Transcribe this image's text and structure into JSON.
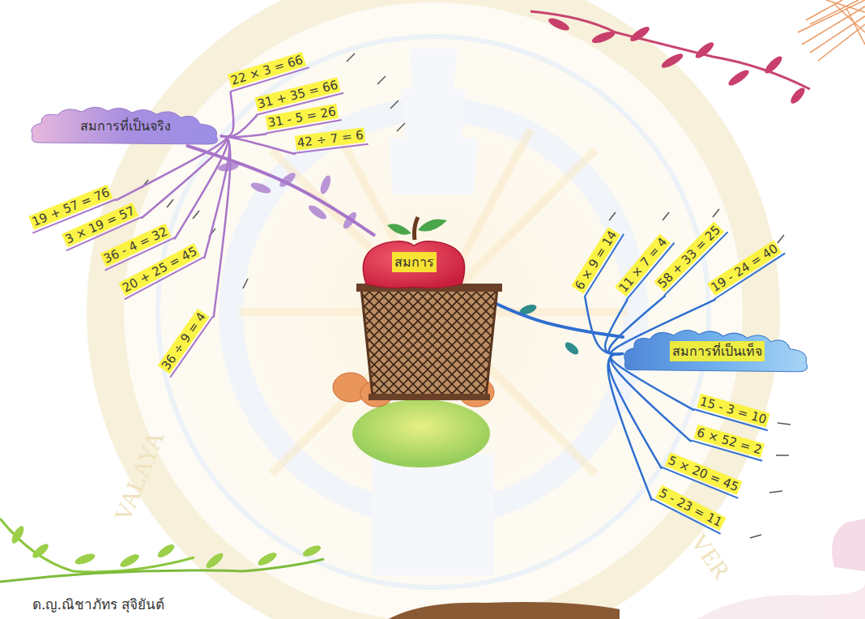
{
  "diagram": {
    "nodes": [
      {
        "text": [
          "สมการ"
        ]
      },
      {
        "text": [
          "สมการที่เป็นจริง"
        ]
      },
      {
        "text": [
          "22 × 3 = 66"
        ]
      },
      {
        "text": [
          "31 + 35 = 66"
        ]
      },
      {
        "text": [
          "31 - 5 = 26"
        ]
      },
      {
        "text": [
          "42 ÷ 7 = 6"
        ]
      },
      {
        "text": [
          "19 + 57 = 76"
        ]
      },
      {
        "text": [
          "3 × 19 = 57"
        ]
      },
      {
        "text": [
          "36 - 4 = 32"
        ]
      },
      {
        "text": [
          "20 + 25 = 45"
        ]
      },
      {
        "text": [
          "36 ÷ 9 = 4"
        ]
      },
      {
        "text": [
          "สมการที่เป็นเท็จ"
        ]
      },
      {
        "text": [
          "6 × 9 = 14"
        ]
      },
      {
        "text": [
          "11 × 7 = 4"
        ]
      },
      {
        "text": [
          "58 + 33 = 25"
        ]
      },
      {
        "text": [
          "19 - 24 = 40"
        ]
      },
      {
        "text": [
          "15 - 3 = 10"
        ]
      },
      {
        "text": [
          "6 × 52 = 2"
        ]
      },
      {
        "text": [
          "5 × 20 = 45"
        ]
      },
      {
        "text": [
          "5 - 23 = 11"
        ]
      }
    ],
    "edges": [
      {
        "from": 0,
        "to": 1,
        "arrow": "none"
      },
      {
        "from": 1,
        "to": 2,
        "arrow": "none"
      },
      {
        "from": 1,
        "to": 3,
        "arrow": "none"
      },
      {
        "from": 1,
        "to": 4,
        "arrow": "none"
      },
      {
        "from": 1,
        "to": 5,
        "arrow": "none"
      },
      {
        "from": 1,
        "to": 6,
        "arrow": "none"
      },
      {
        "from": 1,
        "to": 7,
        "arrow": "none"
      },
      {
        "from": 1,
        "to": 8,
        "arrow": "none"
      },
      {
        "from": 1,
        "to": 9,
        "arrow": "none"
      },
      {
        "from": 1,
        "to": 10,
        "arrow": "none"
      },
      {
        "from": 0,
        "to": 11,
        "arrow": "none"
      },
      {
        "from": 11,
        "to": 12,
        "arrow": "none"
      },
      {
        "from": 11,
        "to": 13,
        "arrow": "none"
      },
      {
        "from": 11,
        "to": 14,
        "arrow": "none"
      },
      {
        "from": 11,
        "to": 15,
        "arrow": "none"
      },
      {
        "from": 11,
        "to": 16,
        "arrow": "none"
      },
      {
        "from": 11,
        "to": 17,
        "arrow": "none"
      },
      {
        "from": 11,
        "to": 18,
        "arrow": "none"
      },
      {
        "from": 11,
        "to": 19,
        "arrow": "none"
      }
    ],
    "labels": [
      "ด.ญ.ณิชาภัทร สุจิยันต์",
      "VALAYA",
      "VER"
    ]
  }
}
